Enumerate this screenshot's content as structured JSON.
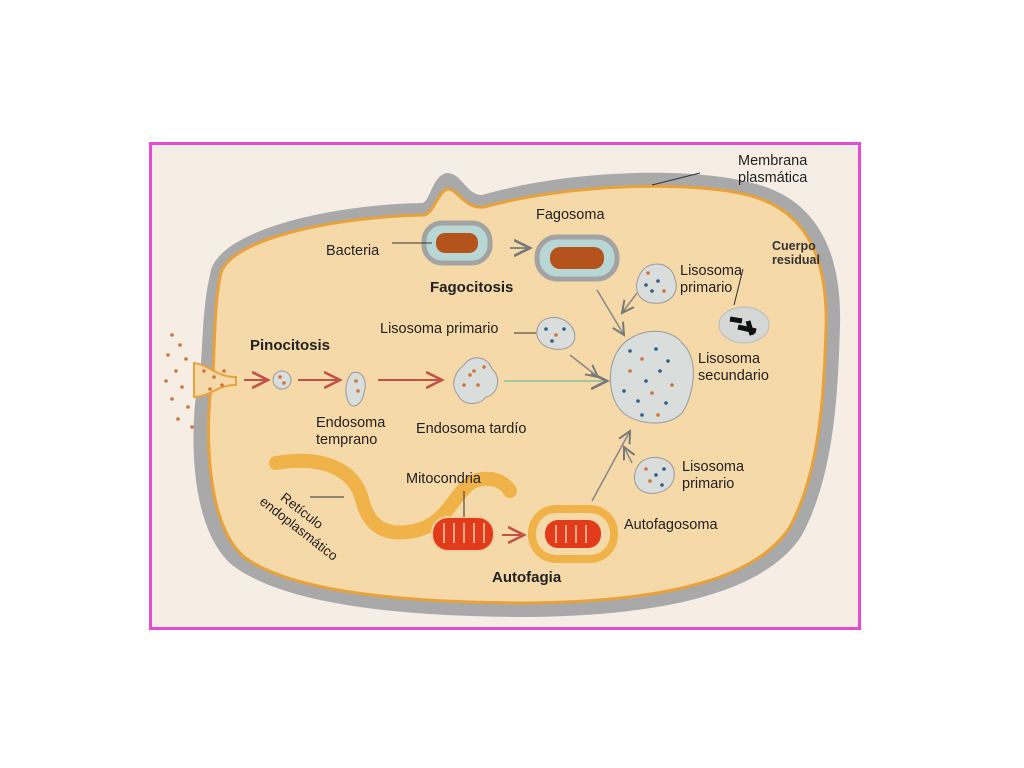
{
  "diagram": {
    "labels": {
      "membrana": [
        "Membrana",
        "plasmática"
      ],
      "fagosoma": "Fagosoma",
      "bacteria": "Bacteria",
      "fagocitosis": "Fagocitosis",
      "cuerpo_residual": [
        "Cuerpo",
        "residual"
      ],
      "lisosoma_primario_top": [
        "Lisosoma",
        "primario"
      ],
      "lisosoma_primario_mid": "Lisosoma primario",
      "pinocitosis": "Pinocitosis",
      "lisosoma_secundario": [
        "Lisosoma",
        "secundario"
      ],
      "endosoma_temprano": [
        "Endosoma",
        "temprano"
      ],
      "endosoma_tardio": "Endosoma tardío",
      "lisosoma_primario_bottom": [
        "Lisosoma",
        "primario"
      ],
      "mitocondria": "Mitocondria",
      "reticulo": [
        "Retículo",
        "endoplasmático"
      ],
      "autofagosoma": "Autofagosoma",
      "autofagia": "Autofagia"
    },
    "colors": {
      "frame": "#e64bd4",
      "cytoplasm": "#f6d9a8",
      "membrane": "#a9a9a9",
      "orange_line": "#e8a23c",
      "bacteria": "#b4531c",
      "mitochondria": "#e23b1c",
      "lysosome": "#d9dedd",
      "dot_blue": "#2e5d8a",
      "dot_orange": "#d2733a"
    }
  }
}
